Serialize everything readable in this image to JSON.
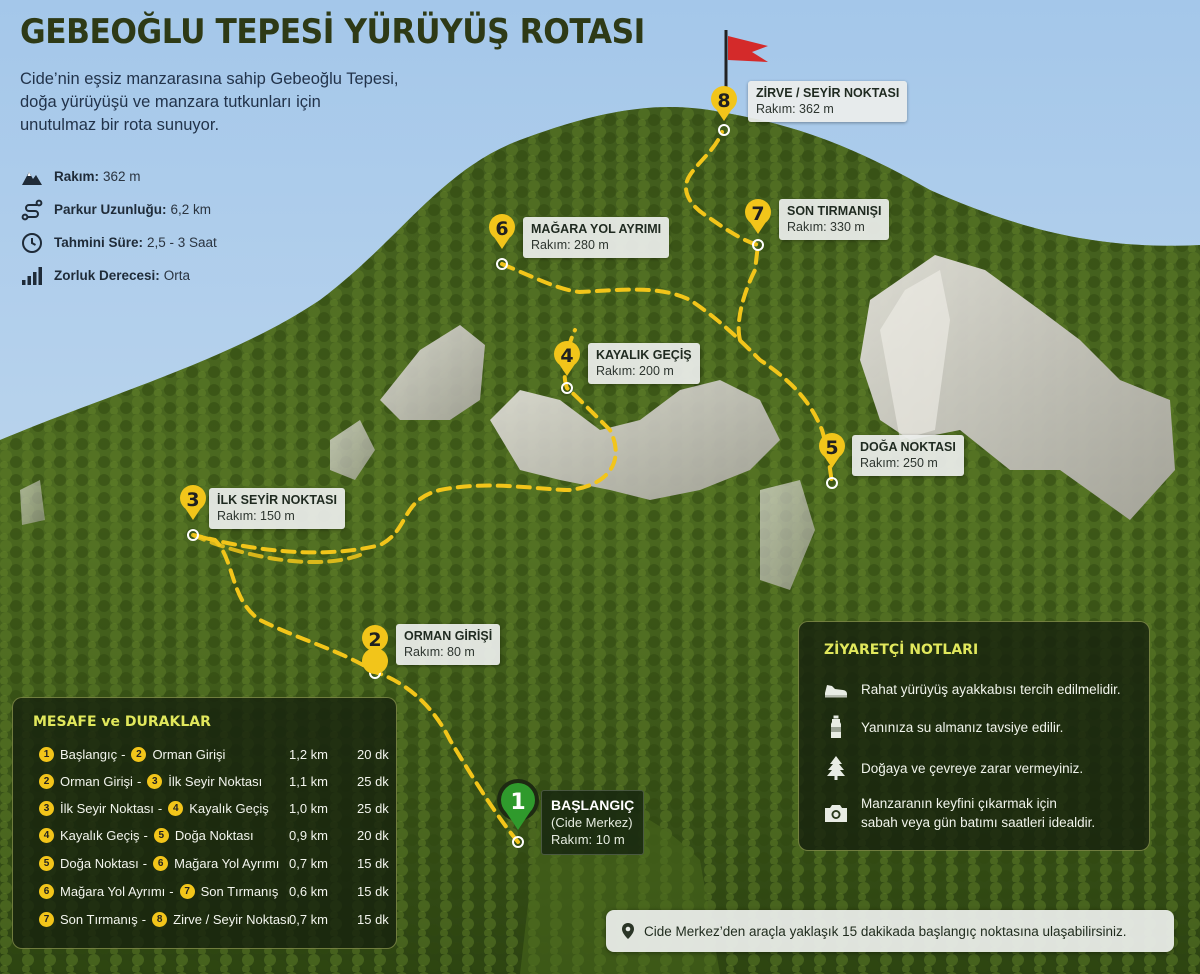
{
  "title": "GEBEOĞLU TEPESİ YÜRÜYÜŞ ROTASI",
  "intro": "Cide’nin eşsiz manzarasına sahip Gebeoğlu Tepesi, doğa yürüyüşü ve manzara tutkunları için unutulmaz bir rota sunuyor.",
  "stats": [
    {
      "icon": "mountain-icon",
      "label": "Rakım:",
      "value": "362 m"
    },
    {
      "icon": "route-icon",
      "label": "Parkur Uzunluğu:",
      "value": "6,2 km"
    },
    {
      "icon": "clock-icon",
      "label": "Tahmini Süre:",
      "value": "2,5 - 3 Saat"
    },
    {
      "icon": "difficulty-bars-icon",
      "label": "Zorluk Derecesi:",
      "value": "Orta"
    }
  ],
  "stops": [
    {
      "num": "1",
      "name": "BAŞLANGIÇ",
      "sub": "(Cide Merkez)",
      "alt": "Rakım: 10 m"
    },
    {
      "num": "2",
      "name": "ORMAN GİRİŞİ",
      "alt": "Rakım: 80 m"
    },
    {
      "num": "3",
      "name": "İLK SEYİR NOKTASI",
      "alt": "Rakım: 150 m"
    },
    {
      "num": "4",
      "name": "KAYALIK GEÇİŞ",
      "alt": "Rakım: 200 m"
    },
    {
      "num": "5",
      "name": "DOĞA NOKTASI",
      "alt": "Rakım: 250 m"
    },
    {
      "num": "6",
      "name": "MAĞARA YOL AYRIMI",
      "alt": "Rakım: 280 m"
    },
    {
      "num": "7",
      "name": "SON TIRMANIŞI",
      "alt": "Rakım: 330 m"
    },
    {
      "num": "8",
      "name": "ZİRVE / SEYİR NOKTASI",
      "alt": "Rakım: 362 m"
    }
  ],
  "distances": {
    "title": "MESAFE ve DURAKLAR",
    "separator": "-",
    "rows": [
      {
        "n1": "1",
        "from": "Başlangıç",
        "n2": "2",
        "to": "Orman Girişi",
        "km": "1,2 km",
        "dk": "20 dk"
      },
      {
        "n1": "2",
        "from": "Orman Girişi",
        "n2": "3",
        "to": "İlk Seyir Noktası",
        "km": "1,1 km",
        "dk": "25 dk"
      },
      {
        "n1": "3",
        "from": "İlk Seyir Noktası",
        "n2": "4",
        "to": "Kayalık Geçiş",
        "km": "1,0 km",
        "dk": "25 dk"
      },
      {
        "n1": "4",
        "from": "Kayalık Geçiş",
        "n2": "5",
        "to": "Doğa Noktası",
        "km": "0,9 km",
        "dk": "20 dk"
      },
      {
        "n1": "5",
        "from": "Doğa Noktası",
        "n2": "6",
        "to": "Mağara Yol Ayrımı",
        "km": "0,7 km",
        "dk": "15 dk"
      },
      {
        "n1": "6",
        "from": "Mağara Yol Ayrımı",
        "n2": "7",
        "to": "Son Tırmanış",
        "km": "0,6 km",
        "dk": "15 dk"
      },
      {
        "n1": "7",
        "from": "Son Tırmanış",
        "n2": "8",
        "to": "Zirve / Seyir Noktası",
        "km": "0,7 km",
        "dk": "15 dk"
      }
    ]
  },
  "notes": {
    "title": "ZİYARETÇİ NOTLARI",
    "items": [
      {
        "icon": "hiking-shoe-icon",
        "text": "Rahat yürüyüş ayakkabısı tercih edilmelidir."
      },
      {
        "icon": "water-bottle-icon",
        "text": "Yanınıza su almanız tavsiye edilir."
      },
      {
        "icon": "pine-tree-icon",
        "text": "Doğaya ve çevreye zarar vermeyiniz."
      },
      {
        "icon": "camera-icon",
        "text": "Manzaranın keyfini çıkarmak için",
        "text2": "sabah veya gün batımı saatleri idealdir."
      }
    ]
  },
  "footer": {
    "icon": "location-pin-icon",
    "text": "Cide Merkez’den araçla yaklaşık 15 dakikada başlangıç noktasına ulaşabilirsiniz."
  },
  "colors": {
    "trail": "#f2c51a",
    "start_pin": "#2f9a2c",
    "summit_flag": "#d42a2a",
    "panel_heading": "#e1e85c"
  }
}
